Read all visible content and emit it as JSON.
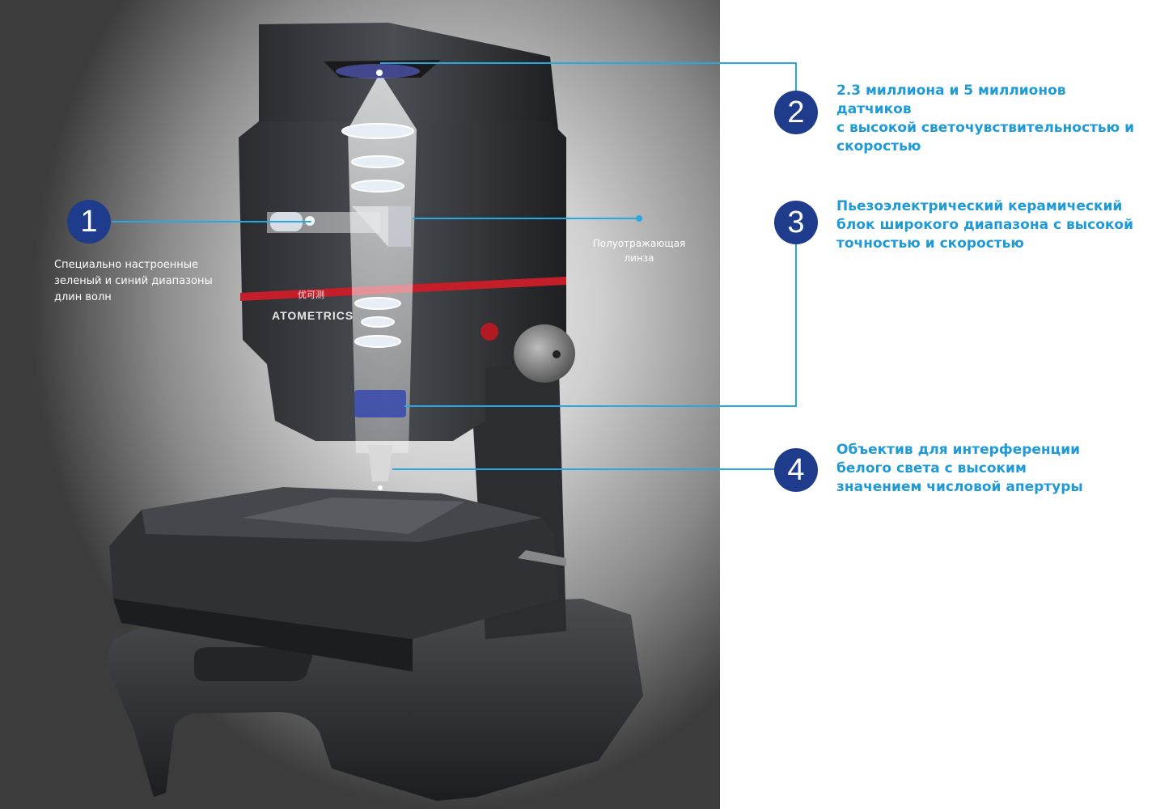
{
  "callouts": [
    {
      "number": "1",
      "text": "Специально настроенные\nзеленый и синий диапазоны\nдлин волн"
    },
    {
      "number": "2",
      "text": "2.3 миллиона и 5 миллионов датчиков\nс высокой светочувствительностью и\nскоростью"
    },
    {
      "number": "3",
      "text": "Пьезоэлектрический керамический\nблок широкого диапазона с высокой\nточностью и скоростью"
    },
    {
      "number": "4",
      "text": "Объектив для интерференции\nбелого света с высоким\nзначением числовой апертуры"
    }
  ],
  "lens_label": "Полуотражающая\nлинза",
  "device": {
    "brand": "ATOMETRICS",
    "brand_cn": "优可测"
  },
  "colors": {
    "badge": "#1f3b8c",
    "callout_text": "#1f9ad8",
    "leader_line": "#2aa6e0",
    "accent_stripe": "#c41e2a"
  }
}
